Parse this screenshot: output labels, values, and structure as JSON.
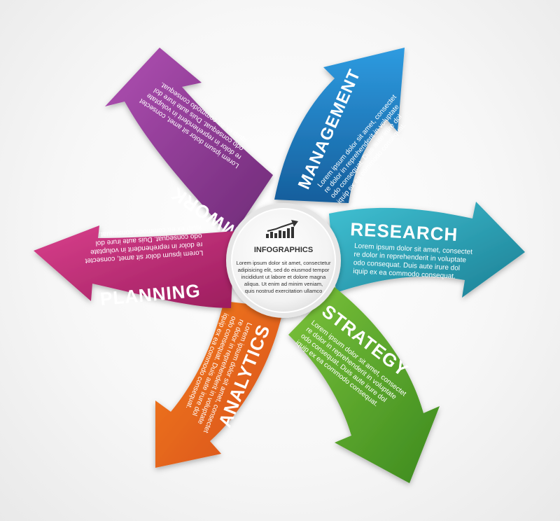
{
  "colors": {
    "teamwork": "#8e3a93",
    "management": "#1d7ec5",
    "research": "#27a3b8",
    "strategy": "#5aa62a",
    "analytics": "#e8691e",
    "planning": "#c22c78"
  },
  "center": {
    "icon": "rising-chart-arrow-icon",
    "title": "INFOGRAPHICS",
    "lines": [
      "Lorem ipsum dolor sit amet, consectetur",
      "adipisicing elit, sed do eiusmod tempor",
      "incididunt ut labore et dolore magna",
      "aliqua. Ut enim ad minim veniam,",
      "quis nostrud exercitation ullamco"
    ]
  },
  "arrows": {
    "teamwork": {
      "title": "TEAMWORK",
      "lines": [
        "Lorem ipsum dolor sit amet, consectet",
        "re dolor in reprehenderit in voluptate",
        "odo consequat. Duis aute irure dol",
        "iquip ex ea commodo consequat."
      ]
    },
    "management": {
      "title": "MANAGEMENT",
      "lines": [
        "Lorem ipsum dolor sit amet, consectet",
        "re dolor in reprehenderit in voluptate",
        "odo consequat. Duis aute irure dol",
        "iquip ex ea commodo consequat."
      ]
    },
    "research": {
      "title": "RESEARCH",
      "lines": [
        "Lorem ipsum dolor sit amet, consectet",
        "re dolor in reprehenderit in voluptate",
        "odo consequat. Duis aute irure dol",
        "iquip ex ea commodo consequat."
      ]
    },
    "strategy": {
      "title": "STRATEGY",
      "lines": [
        "Lorem ipsum dolor sit amet, consectet",
        "re dolor in reprehenderit in voluptate",
        "odo consequat. Duis aute irure dol",
        "iquip ex ea commodo consequat."
      ]
    },
    "analytics": {
      "title": "ANALYTICS",
      "lines": [
        "Lorem ipsum dolor sit amet, consectet",
        "re dolor in reprehenderit in voluptate",
        "odo consequat. Duis aute irure dol",
        "iquip ex ea commodo consequat."
      ]
    },
    "planning": {
      "title": "PLANNING",
      "lines": [
        "Lorem ipsum dolor sit amet, consectet",
        "re dolor in reprehenderit in voluptate",
        "odo consequat. Duis aute irure dol",
        "iquip ex ea commodo consequat."
      ]
    }
  }
}
